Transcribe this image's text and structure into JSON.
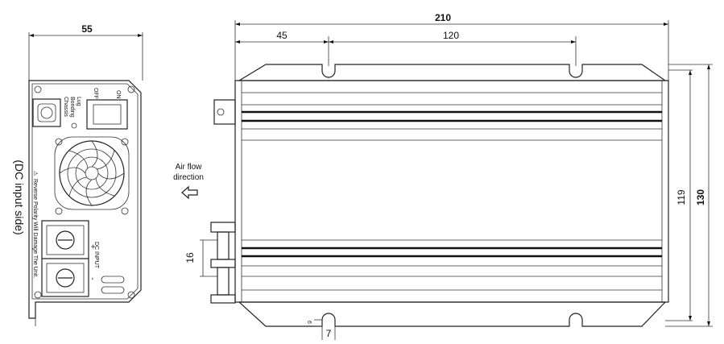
{
  "side_label": "(DC input side)",
  "dimensions": {
    "front_width": "55",
    "total_length": "210",
    "offset_left": "45",
    "hole_spacing": "120",
    "body_height": "119",
    "total_height": "130",
    "terminal_spacing": "16",
    "slot_depth": "6",
    "slot_width": "7"
  },
  "airflow": {
    "line1": "Air flow",
    "line2": "direction"
  },
  "front_panel": {
    "switch_off": "OFF",
    "switch_on": "ON",
    "bonding_line1": "Chassis",
    "bonding_line2": "Bonding",
    "bonding_line3": "Lug",
    "warning": "Reverse Polarity Will Damage The Unit.",
    "dc_input": "DC INPUT",
    "plus": "+",
    "minus": "-"
  }
}
